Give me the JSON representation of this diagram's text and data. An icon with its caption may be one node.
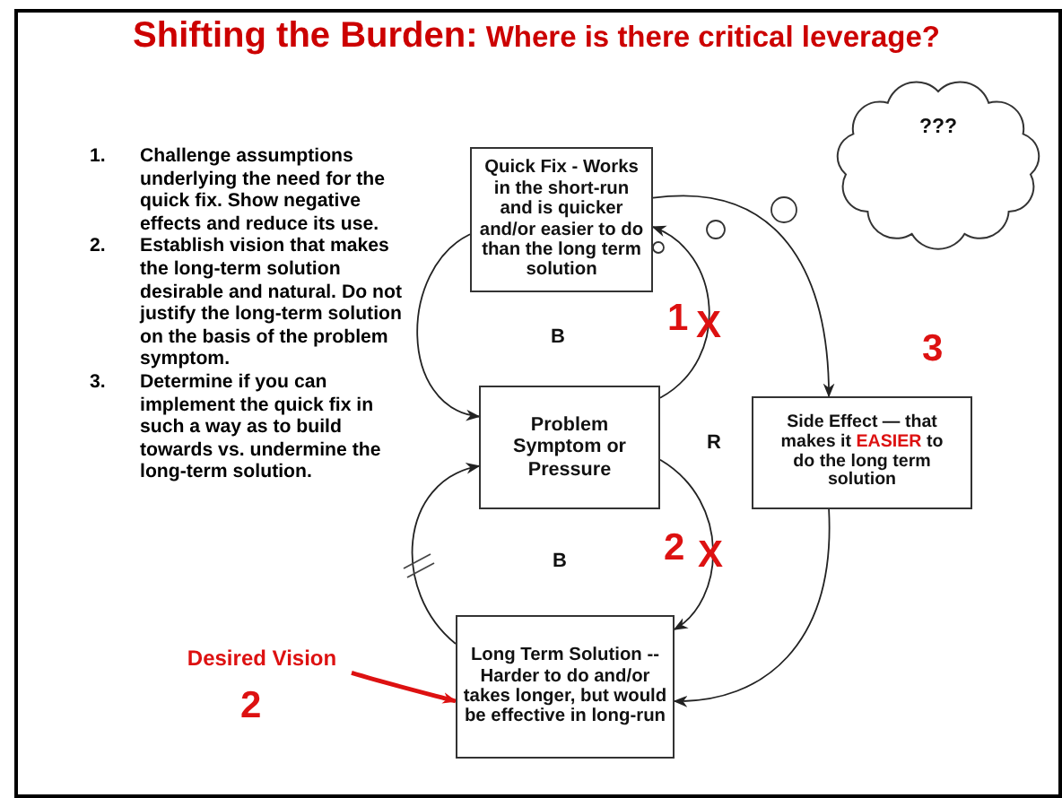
{
  "diagram": {
    "title": "**Shifting the Burden:** Where is there critical leverage?",
    "nodes": [
      {
        "text": [
          "Quick Fix - Works in the short-run and is quicker and/or easier to do than the long term solution"
        ]
      },
      {
        "text": [
          "Problem Symptom or Pressure"
        ]
      },
      {
        "text": [
          "Long Term Solution -- Harder to do and/or takes longer, but would be effective in long-run"
        ]
      },
      {
        "text": [
          "Side Effect — that makes it **EASIER** to do the long term solution"
        ]
      },
      {
        "text": [
          "???"
        ]
      },
      {
        "text": [
          "Desired Vision"
        ]
      }
    ],
    "edges": [
      {
        "from": 0,
        "to": 1,
        "arrow": "to"
      },
      {
        "from": 1,
        "to": 0,
        "arrow": "to"
      },
      {
        "from": 1,
        "to": 2,
        "arrow": "to"
      },
      {
        "from": 2,
        "to": 1,
        "arrow": "to"
      },
      {
        "from": 0,
        "to": 3,
        "arrow": "to"
      },
      {
        "from": 3,
        "to": 2,
        "arrow": "to"
      },
      {
        "from": 5,
        "to": 2,
        "arrow": "to",
        "style": "thick",
        "color": "#dd1111"
      }
    ],
    "labels": [
      "1.",
      "Challenge assumptions underlying the need for the quick fix. Show negative effects and reduce its use.",
      "2.",
      "Establish vision that makes the long-term solution desirable and natural. Do not justify the long-term solution on the basis of the problem symptom.",
      "3.",
      "Determine if you can implement the quick fix in such a way as to build towards vs. undermine the long-term solution.",
      "B",
      "R",
      "B",
      "1",
      "X",
      "2",
      "X",
      "3",
      "2"
    ]
  }
}
